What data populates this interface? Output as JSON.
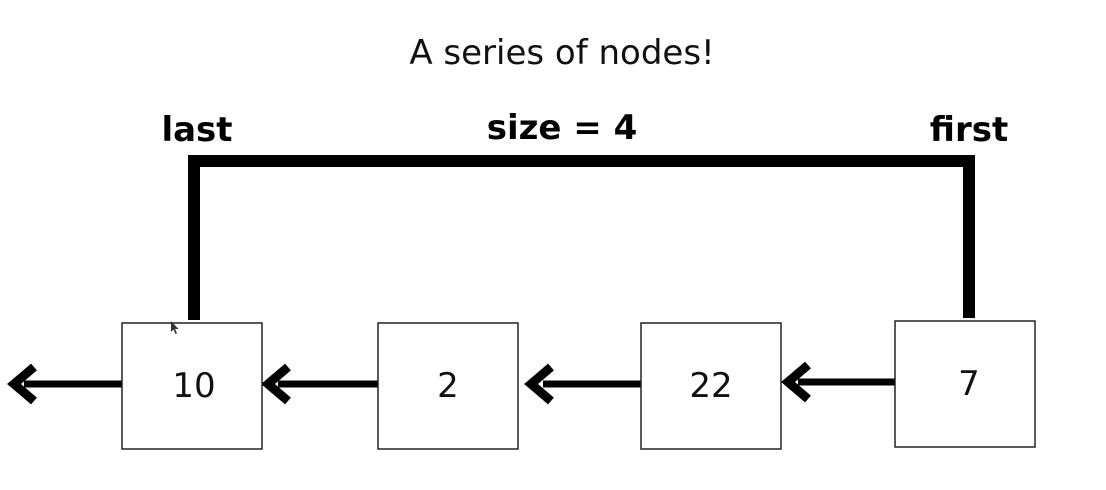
{
  "title": "A series of nodes!",
  "labels": {
    "last": "last",
    "size": "size = 4",
    "first": "first"
  },
  "nodes": [
    {
      "value": "10"
    },
    {
      "value": "2"
    },
    {
      "value": "22"
    },
    {
      "value": "7"
    }
  ]
}
